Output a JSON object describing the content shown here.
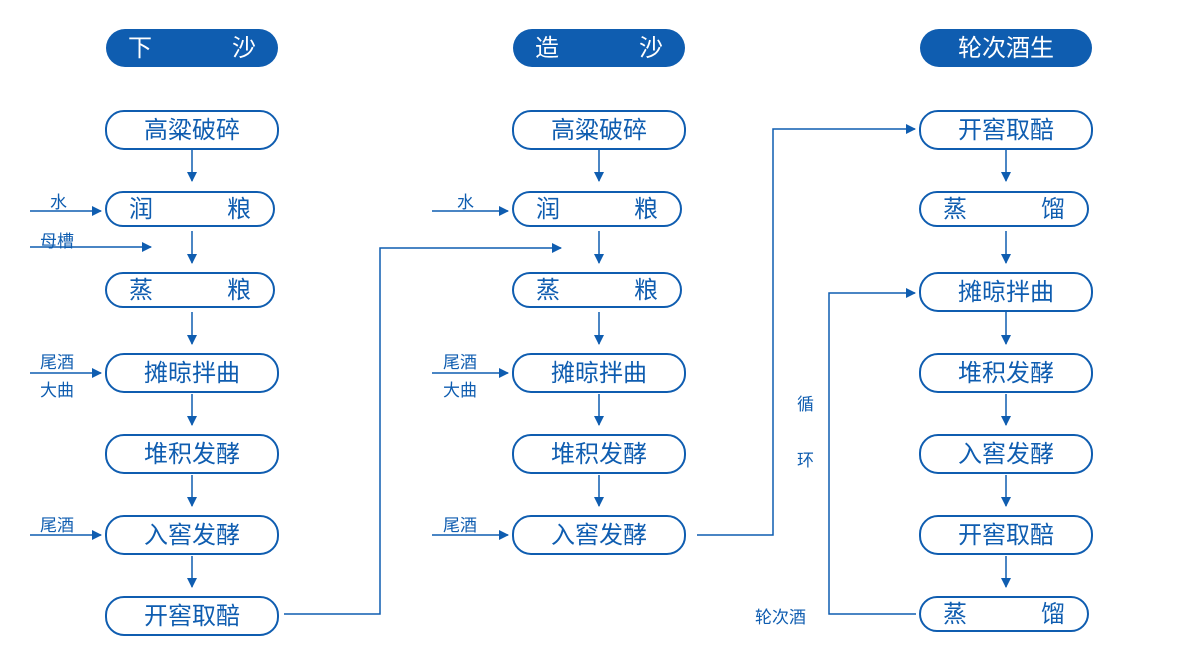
{
  "colors": {
    "primary": "#0f5db0",
    "background": "#ffffff"
  },
  "columns": [
    {
      "header": [
        "下",
        "沙"
      ],
      "steps": [
        {
          "chars": [
            "高粱破碎"
          ]
        },
        {
          "chars": [
            "润",
            "粮"
          ]
        },
        {
          "chars": [
            "蒸",
            "粮"
          ]
        },
        {
          "chars": [
            "摊晾拌曲"
          ]
        },
        {
          "chars": [
            "堆积发酵"
          ]
        },
        {
          "chars": [
            "入窖发酵"
          ]
        },
        {
          "chars": [
            "开窖取醅"
          ]
        }
      ],
      "inputs": {
        "water": "水",
        "mother_grains": "母槽",
        "tail_liquor_1": "尾酒",
        "daqu": "大曲",
        "tail_liquor_2": "尾酒"
      }
    },
    {
      "header": [
        "造",
        "沙"
      ],
      "steps": [
        {
          "chars": [
            "高粱破碎"
          ]
        },
        {
          "chars": [
            "润",
            "粮"
          ]
        },
        {
          "chars": [
            "蒸",
            "粮"
          ]
        },
        {
          "chars": [
            "摊晾拌曲"
          ]
        },
        {
          "chars": [
            "堆积发酵"
          ]
        },
        {
          "chars": [
            "入窖发酵"
          ]
        }
      ],
      "inputs": {
        "water": "水",
        "tail_liquor_1": "尾酒",
        "daqu": "大曲",
        "tail_liquor_2": "尾酒"
      }
    },
    {
      "header": [
        "轮次酒生"
      ],
      "steps": [
        {
          "chars": [
            "开窖取醅"
          ]
        },
        {
          "chars": [
            "蒸",
            "馏"
          ]
        },
        {
          "chars": [
            "摊晾拌曲"
          ]
        },
        {
          "chars": [
            "堆积发酵"
          ]
        },
        {
          "chars": [
            "入窖发酵"
          ]
        },
        {
          "chars": [
            "开窖取醅"
          ]
        },
        {
          "chars": [
            "蒸",
            "馏"
          ]
        }
      ],
      "loop": {
        "char1": "循",
        "char2": "环",
        "output": "轮次酒"
      }
    }
  ]
}
